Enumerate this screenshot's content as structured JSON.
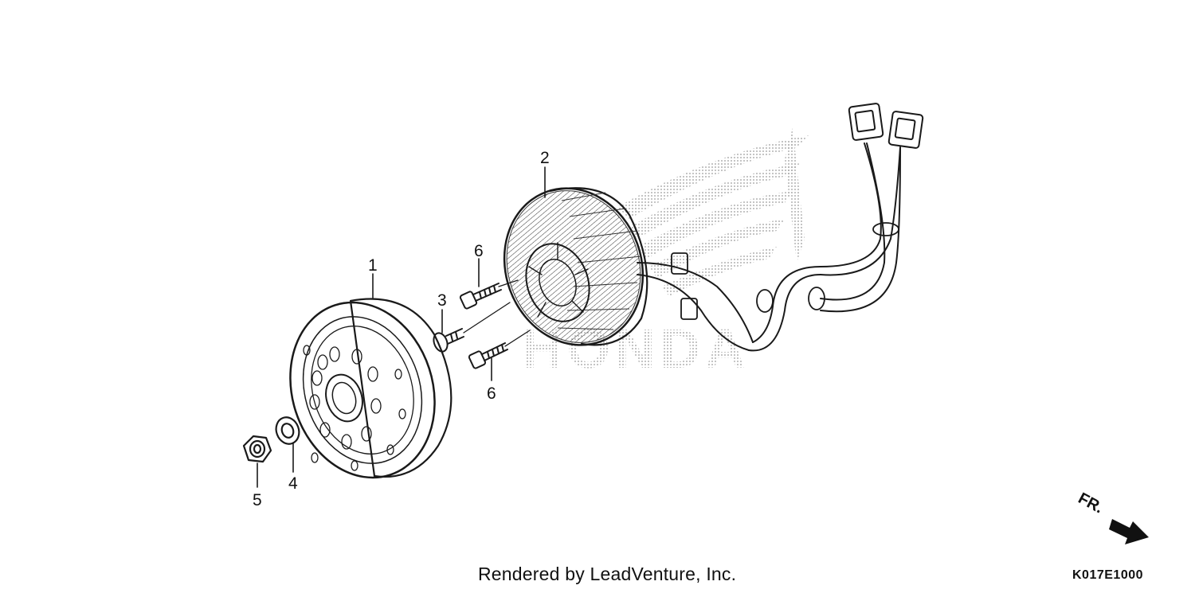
{
  "parts": [
    {
      "number": "1"
    },
    {
      "number": "2"
    },
    {
      "number": "3"
    },
    {
      "number": "4"
    },
    {
      "number": "5"
    },
    {
      "number": "6"
    },
    {
      "number": "6"
    }
  ],
  "watermark_brand": "HONDA",
  "direction_label": "FR.",
  "footer": {
    "credit": "Rendered by LeadVenture, Inc.",
    "diagram_code": "K017E1000"
  },
  "colors": {
    "ink": "#1a1a1a",
    "watermark": "#b8b8b8",
    "background": "#ffffff"
  }
}
